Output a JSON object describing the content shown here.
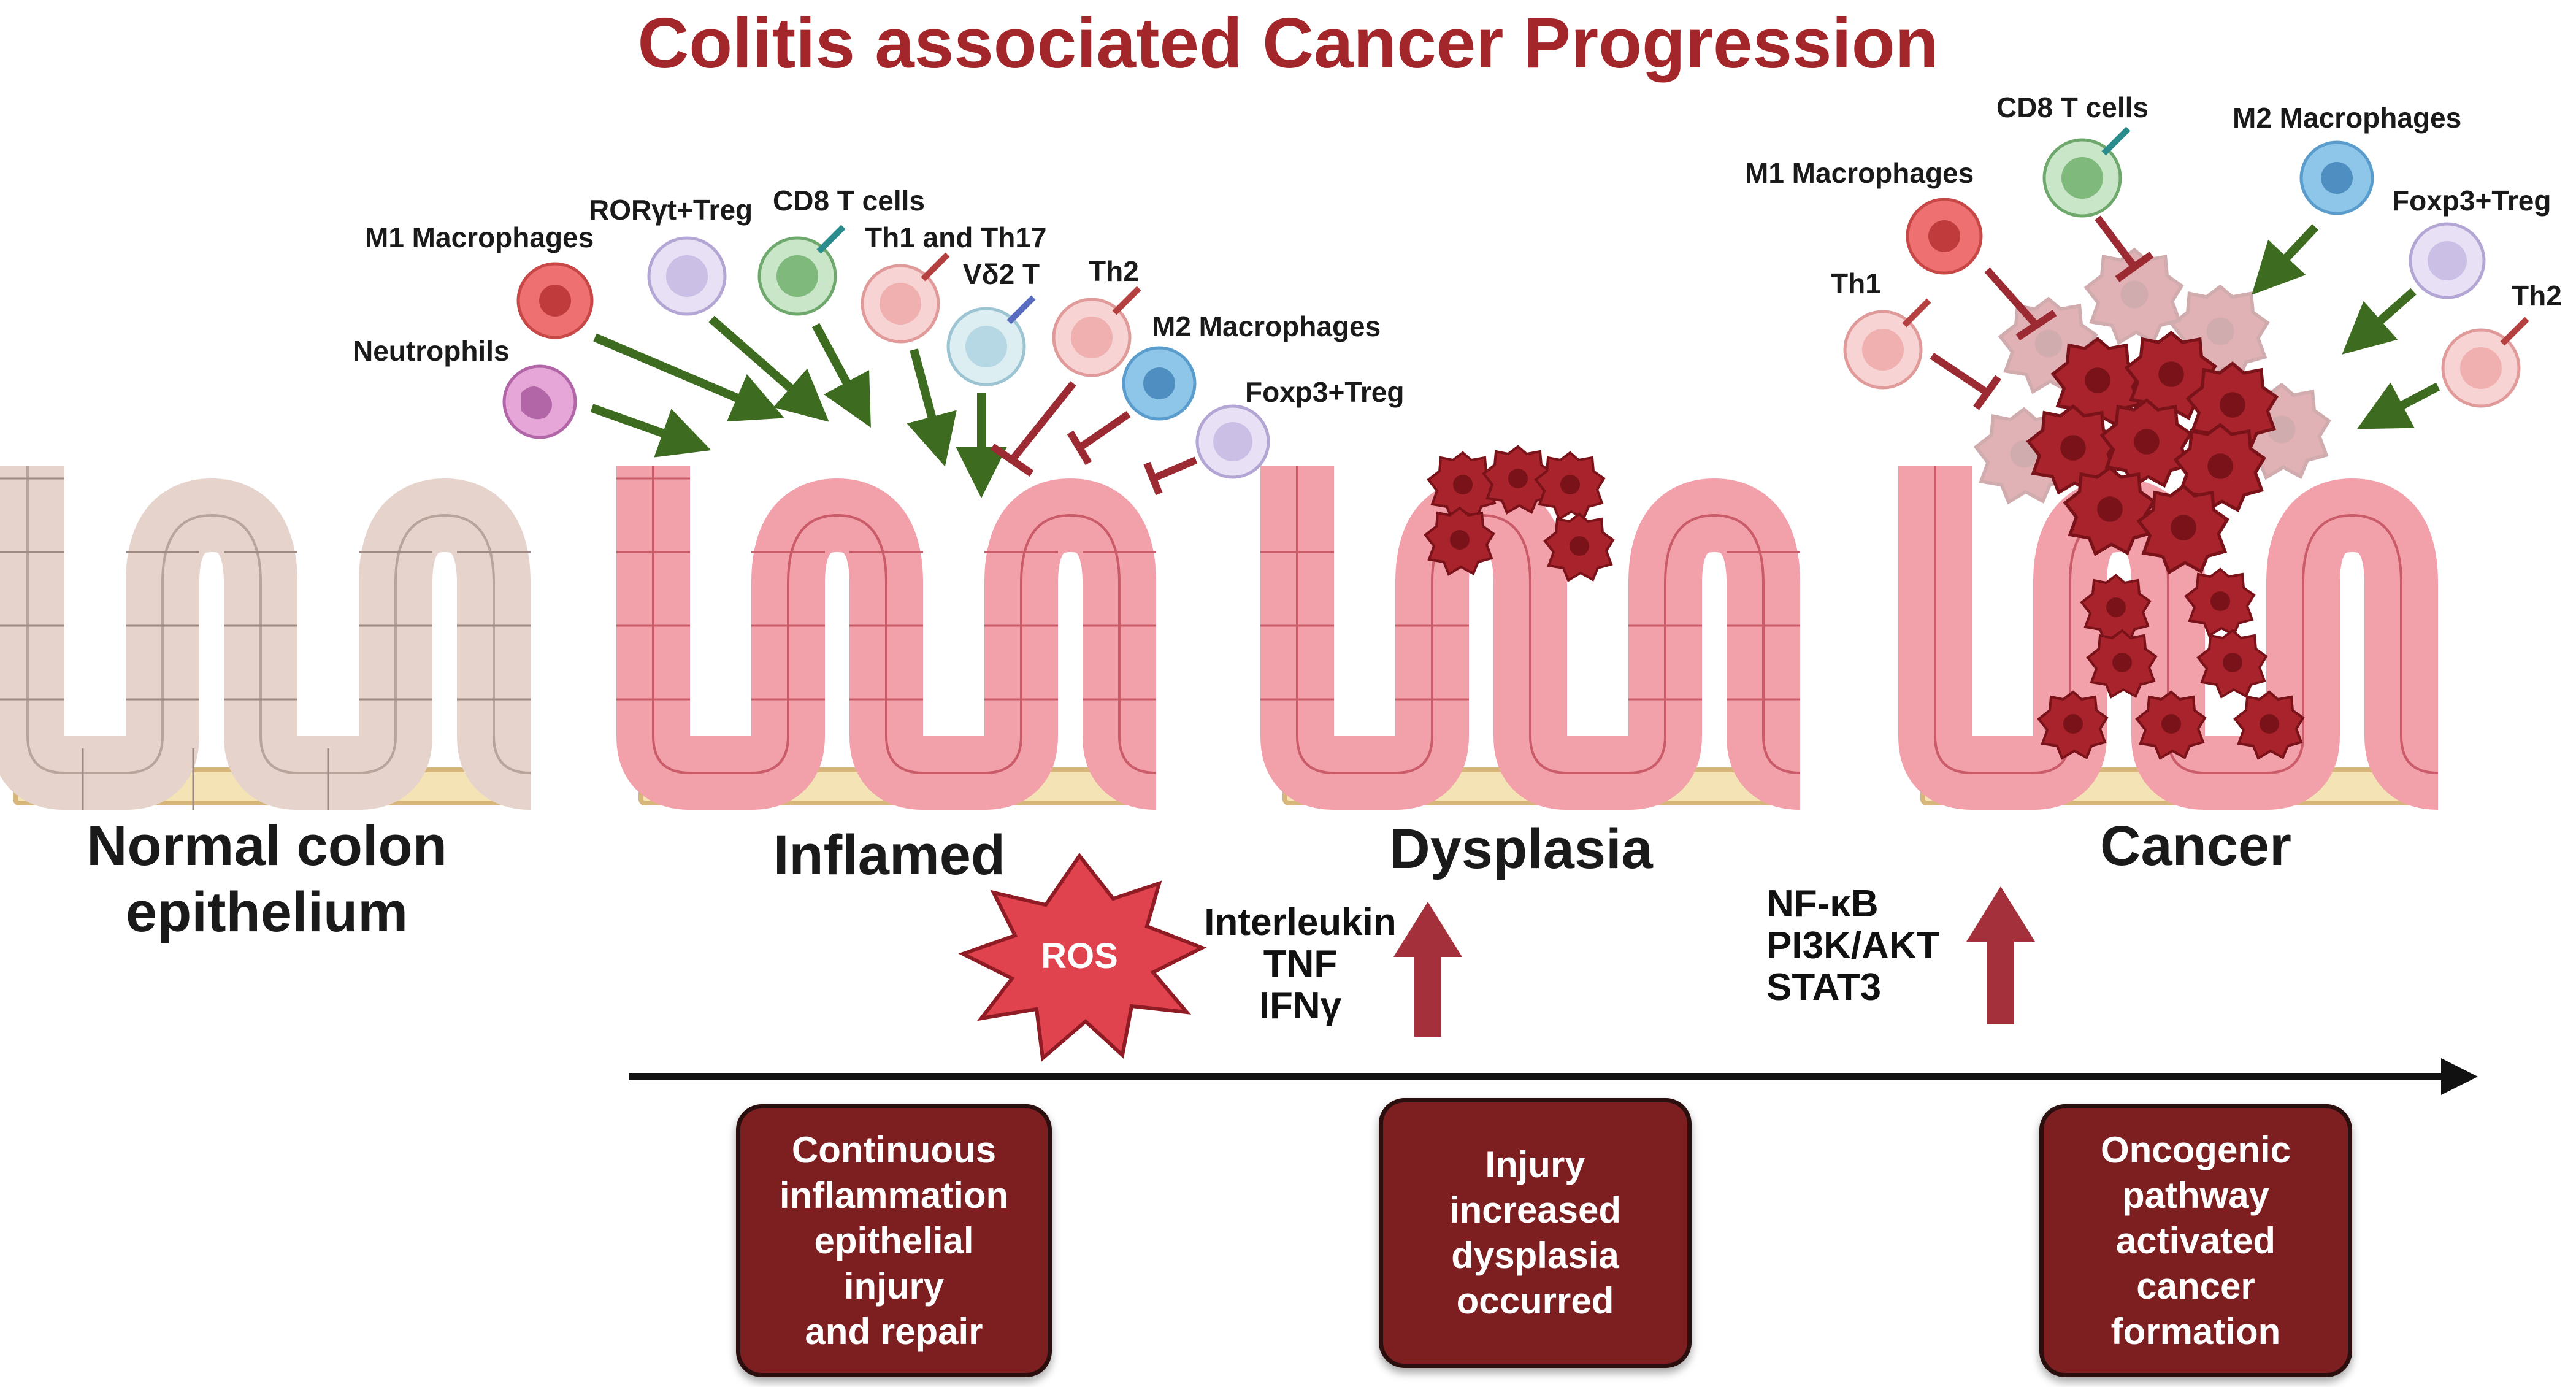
{
  "title": "Colitis associated Cancer Progression",
  "stages": {
    "normal": "Normal colon epithelium",
    "inflamed": "Inflamed",
    "dysplasia": "Dysplasia",
    "cancer": "Cancer"
  },
  "inflamed_cells": {
    "neutrophils": "Neutrophils",
    "m1_macrophages": "M1 Macrophages",
    "rorgt_treg": "RORγt+Treg",
    "cd8_t_cells": "CD8 T cells",
    "th1_th17": "Th1 and Th17",
    "vd2_t": "Vδ2 T",
    "th2": "Th2",
    "m2_macrophages": "M2 Macrophages",
    "foxp3_treg": "Foxp3+Treg"
  },
  "cancer_cells": {
    "cd8_t_cells": "CD8 T cells",
    "m2_macrophages": "M2 Macrophages",
    "m1_macrophages": "M1 Macrophages",
    "foxp3_treg": "Foxp3+Treg",
    "th1": "Th1",
    "th2": "Th2"
  },
  "ros_label": "ROS",
  "signals_left": {
    "line1": "Interleukin",
    "line2": "TNF",
    "line3": "IFNγ"
  },
  "signals_right": {
    "line1": "NF-κB",
    "line2": "PI3K/AKT",
    "line3": "STAT3"
  },
  "boxes": {
    "inflammation": [
      "Continuous",
      "inflammation",
      "epithelial injury",
      "and repair"
    ],
    "dysplasia": [
      "Injury increased",
      "dysplasia",
      "occurred"
    ],
    "oncogenic": [
      "Oncogenic",
      "pathway",
      "activated",
      "cancer",
      "formation"
    ]
  },
  "colors": {
    "title": "#a3272a",
    "normal_tissue": "#e6d3cb",
    "inflamed_tissue": "#f2a0aa",
    "basement": "#f4e3b5",
    "tumor": "#a8232b",
    "activating_arrow": "#3d6b1f",
    "inhibitory_arrow": "#9c2a33",
    "box_fill": "#7d1f21"
  }
}
